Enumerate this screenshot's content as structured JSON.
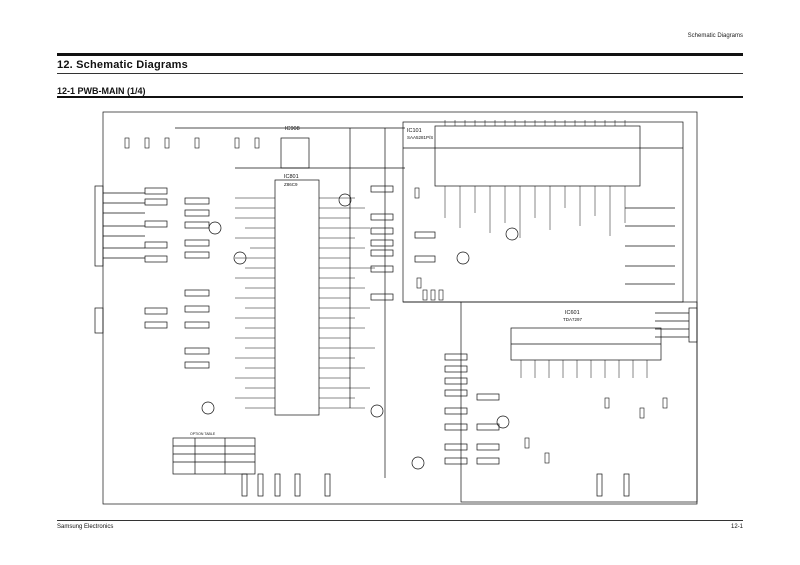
{
  "header": {
    "running_head": "Schematic Diagrams"
  },
  "chapter": {
    "title": "12. Schematic Diagrams"
  },
  "section": {
    "title": "12-1 PWB-MAIN (1/4)"
  },
  "schematic": {
    "ic_labels": {
      "ic_left": "IC908",
      "ic_center": "IC801",
      "ic_center_part": "Z86C9",
      "ic_top_right": "IC101",
      "ic_top_right_part": "SAA5281P/S",
      "ic_mid_right": "IC601",
      "ic_mid_right_part": "TDA7297"
    },
    "table_title": "OPTION TABLE"
  },
  "footer": {
    "left": "Samsung Electronics",
    "right": "12-1"
  }
}
